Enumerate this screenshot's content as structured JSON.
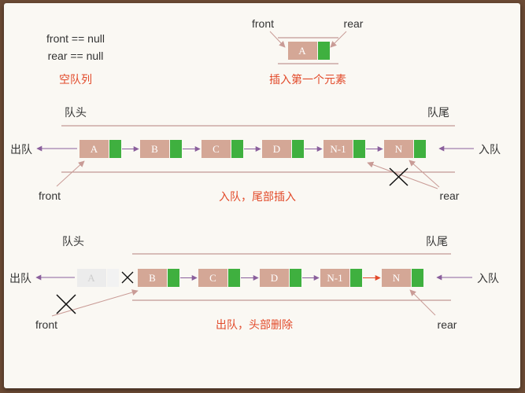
{
  "colors": {
    "node": "#d4a796",
    "node_ghost": "#e9e9e9",
    "pointer": "#3fb03f",
    "arrow": "#8a5f9c",
    "pointer_line": "#b4807c",
    "caption": "#e24a2a",
    "text": "#333333"
  },
  "empty_queue": {
    "front_null": "front == null",
    "rear_null": "rear == null",
    "caption": "空队列"
  },
  "insert_first": {
    "front_label": "front",
    "rear_label": "rear",
    "node": "A",
    "caption": "插入第一个元素"
  },
  "enqueue": {
    "head_label": "队头",
    "tail_label": "队尾",
    "dequeue_label": "出队",
    "enqueue_label": "入队",
    "nodes": [
      "A",
      "B",
      "C",
      "D",
      "N-1",
      "N"
    ],
    "front_label": "front",
    "rear_label": "rear",
    "caption": "入队，尾部插入"
  },
  "dequeue": {
    "head_label": "队头",
    "tail_label": "队尾",
    "dequeue_label": "出队",
    "enqueue_label": "入队",
    "removed_node": "A",
    "nodes": [
      "B",
      "C",
      "D",
      "N-1",
      "N"
    ],
    "front_label": "front",
    "rear_label": "rear",
    "caption": "出队，头部删除"
  }
}
